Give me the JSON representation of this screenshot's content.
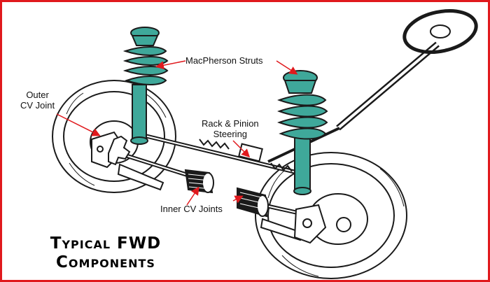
{
  "colors": {
    "frame": "#e0191d",
    "strut": "#3fa89a",
    "ink": "#1a1a1a",
    "paper": "#ffffff"
  },
  "labels": {
    "struts": "MacPherson Struts",
    "outer_cv_line1": "Outer",
    "outer_cv_line2": "CV Joint",
    "rack_line1": "Rack & Pinion",
    "rack_line2": "Steering",
    "inner_cv": "Inner CV Joints"
  },
  "title": {
    "line1": "Typical FWD",
    "line2": "Components"
  }
}
